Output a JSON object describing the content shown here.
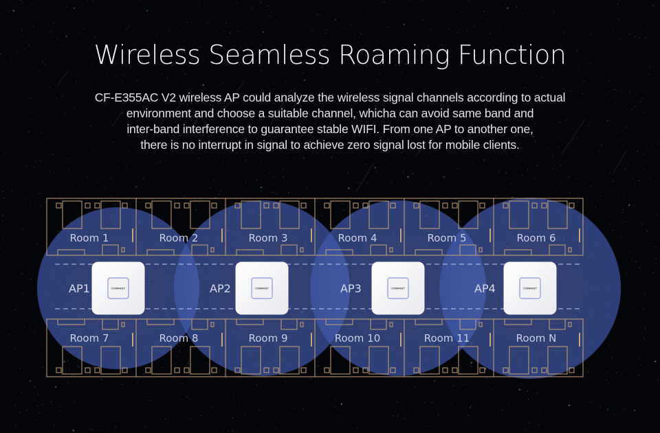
{
  "header": {
    "title": "Wireless Seamless Roaming Function",
    "description_lines": [
      "CF-E355AC V2 wireless AP could analyze the wireless signal channels according to actual",
      "environment and choose a suitable channel,  whicha can avoid same band and",
      "inter-band interference to guarantee stable WIFI. From one AP to another one,",
      "there is no interrupt in signal to achieve zero signal lost for mobile clients."
    ]
  },
  "floor_plan": {
    "top_rooms": [
      "Room 1",
      "Room 2",
      "Room 3",
      "Room 4",
      "Room 5",
      "Room 6"
    ],
    "bottom_rooms": [
      "Room 7",
      "Room 8",
      "Room 9",
      "Room 10",
      "Room 11",
      "Room N"
    ],
    "access_points": [
      {
        "label": "AP1",
        "brand": "COMFAST"
      },
      {
        "label": "AP2",
        "brand": "COMFAST"
      },
      {
        "label": "AP3",
        "brand": "COMFAST"
      },
      {
        "label": "AP4",
        "brand": "COMFAST"
      }
    ]
  },
  "colors": {
    "background": "#05060a",
    "coverage": "#4a63b8",
    "wall": "#c8a378",
    "corridor_dash": "#b9c4ee",
    "device": "#f7f7f9",
    "device_logo_border": "#8c97d8"
  }
}
